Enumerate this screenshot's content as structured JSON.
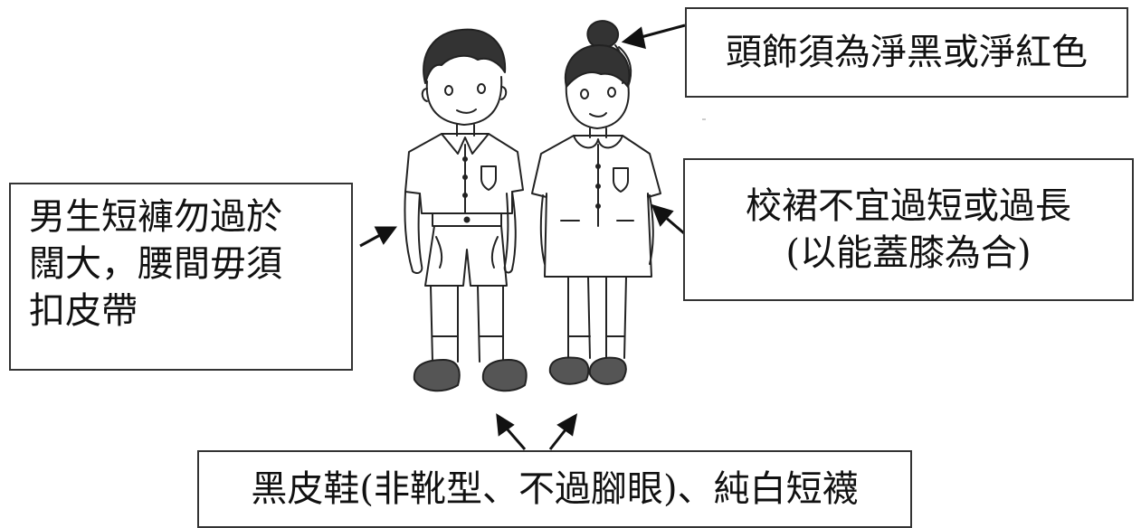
{
  "labels": {
    "headwear": "頭飾須為淨黑或淨紅色",
    "skirt_line1": "校裙不宜過短或過長",
    "skirt_line2": "(以能蓋膝為合)",
    "shorts_line1": "男生短褲勿過於",
    "shorts_line2": "闊大，腰間毋須",
    "shorts_line3": "扣皮帶",
    "shoes": "黑皮鞋(非靴型、不過腳眼)、純白短襪"
  }
}
